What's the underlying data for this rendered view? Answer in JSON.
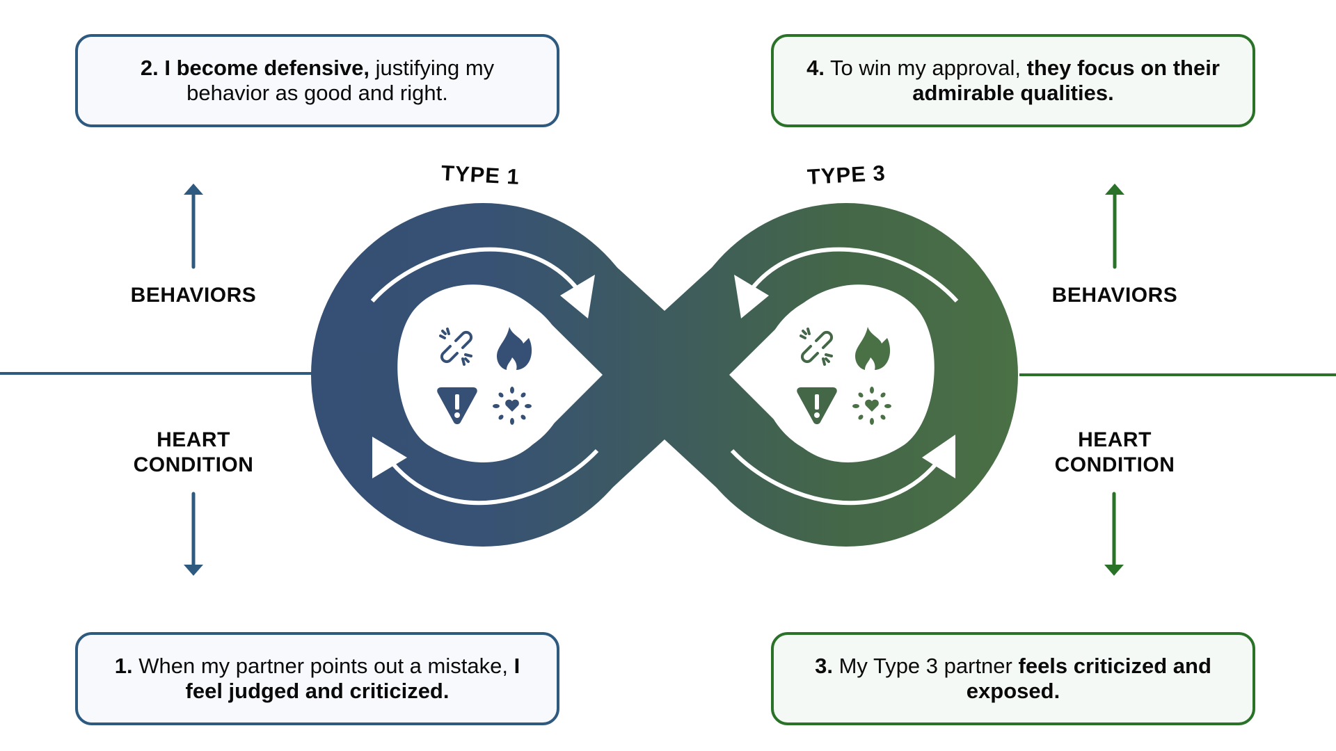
{
  "colors": {
    "type1_accent": "#2e5a80",
    "type1_fill": "#364f75",
    "type3_accent": "#2b7229",
    "type3_fill": "#4a7046",
    "center_fill": "#3e5b5e"
  },
  "boxes": {
    "step1": {
      "num": "1.",
      "pre": "When my partner points out a mistake,",
      "bold": "I feel judged and criticized.",
      "post": ""
    },
    "step2": {
      "num": "2.",
      "bold": "I become defensive,",
      "post": "justifying my behavior as good and right."
    },
    "step3": {
      "num": "3.",
      "pre": "My Type 3 partner",
      "bold": "feels criticized and exposed."
    },
    "step4": {
      "num": "4.",
      "pre": "To win my approval,",
      "bold": "they focus on their admirable qualities."
    }
  },
  "left": {
    "behaviors": "BEHAVIORS",
    "heart_line1": "HEART",
    "heart_line2": "CONDITION"
  },
  "right": {
    "behaviors": "BEHAVIORS",
    "heart_line1": "HEART",
    "heart_line2": "CONDITION"
  },
  "loops": {
    "left": {
      "label": "TYPE 1",
      "icons": [
        "broken-link-icon",
        "flame-icon",
        "warning-icon",
        "heart-burst-icon"
      ]
    },
    "right": {
      "label": "TYPE 3",
      "icons": [
        "broken-link-icon",
        "flame-icon",
        "warning-icon",
        "heart-burst-icon"
      ]
    }
  }
}
